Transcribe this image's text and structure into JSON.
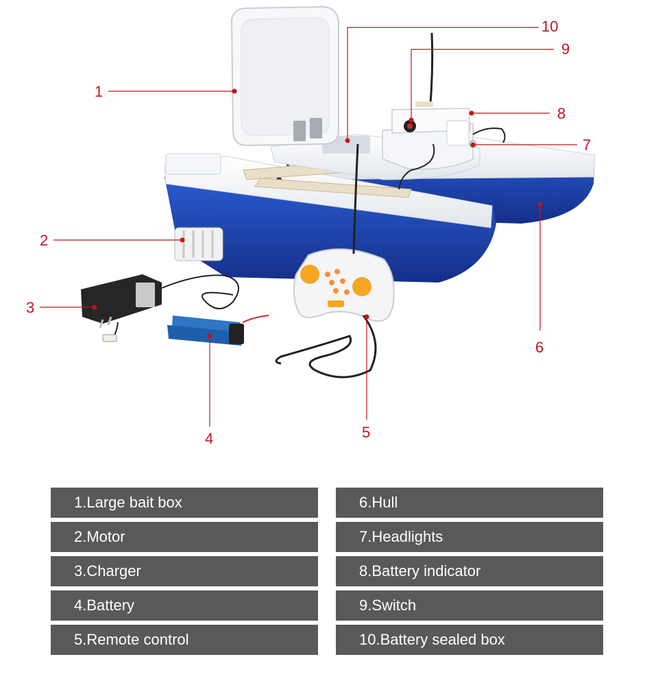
{
  "callouts": [
    {
      "num": "1"
    },
    {
      "num": "2"
    },
    {
      "num": "3"
    },
    {
      "num": "4"
    },
    {
      "num": "5"
    },
    {
      "num": "6"
    },
    {
      "num": "7"
    },
    {
      "num": "8"
    },
    {
      "num": "9"
    },
    {
      "num": "10"
    }
  ],
  "legend": {
    "left": [
      {
        "label": "1.Large bait box"
      },
      {
        "label": "2.Motor"
      },
      {
        "label": "3.Charger"
      },
      {
        "label": "4.Battery"
      },
      {
        "label": "5.Remote control"
      }
    ],
    "right": [
      {
        "label": "6.Hull"
      },
      {
        "label": "7.Headlights"
      },
      {
        "label": "8.Battery indicator"
      },
      {
        "label": "9.Switch"
      },
      {
        "label": "10.Battery sealed box"
      }
    ]
  },
  "colors": {
    "accent": "#c0141c",
    "hull_blue": "#1e44b0",
    "legend_bg": "#58595b",
    "remote_orange": "#f5a623"
  }
}
